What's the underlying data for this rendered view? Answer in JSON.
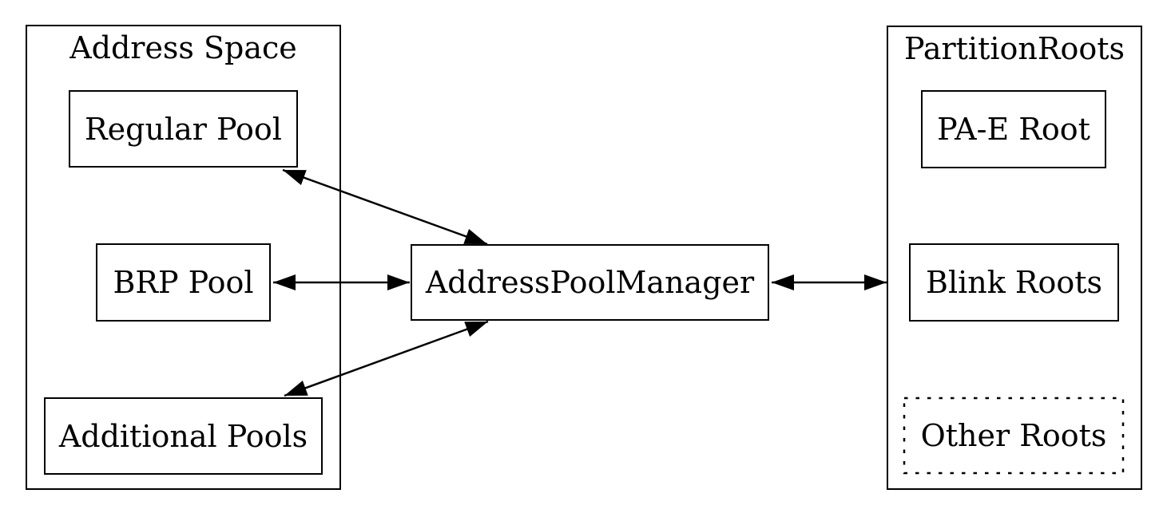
{
  "diagram": {
    "type": "graph",
    "colors": {
      "line": "#000000",
      "background": "#ffffff",
      "text": "#000000"
    },
    "clusters": [
      {
        "id": "address-space",
        "label": "Address Space",
        "nodes": [
          {
            "id": "regular-pool",
            "label": "Regular Pool",
            "border": "solid"
          },
          {
            "id": "brp-pool",
            "label": "BRP Pool",
            "border": "solid"
          },
          {
            "id": "additional-pools",
            "label": "Additional Pools",
            "border": "solid"
          }
        ]
      },
      {
        "id": "partition-roots",
        "label": "PartitionRoots",
        "nodes": [
          {
            "id": "pa-e-root",
            "label": "PA-E Root",
            "border": "solid"
          },
          {
            "id": "blink-roots",
            "label": "Blink Roots",
            "border": "solid"
          },
          {
            "id": "other-roots",
            "label": "Other Roots",
            "border": "dotted"
          }
        ]
      }
    ],
    "nodes": [
      {
        "id": "address-pool-manager",
        "label": "AddressPoolManager",
        "border": "solid"
      }
    ],
    "edges": [
      {
        "from": "address-pool-manager",
        "to": "regular-pool",
        "arrows": "both"
      },
      {
        "from": "address-pool-manager",
        "to": "brp-pool",
        "arrows": "both"
      },
      {
        "from": "address-pool-manager",
        "to": "additional-pools",
        "arrows": "both"
      },
      {
        "from": "address-pool-manager",
        "to": "blink-roots",
        "arrows": "both"
      }
    ]
  }
}
